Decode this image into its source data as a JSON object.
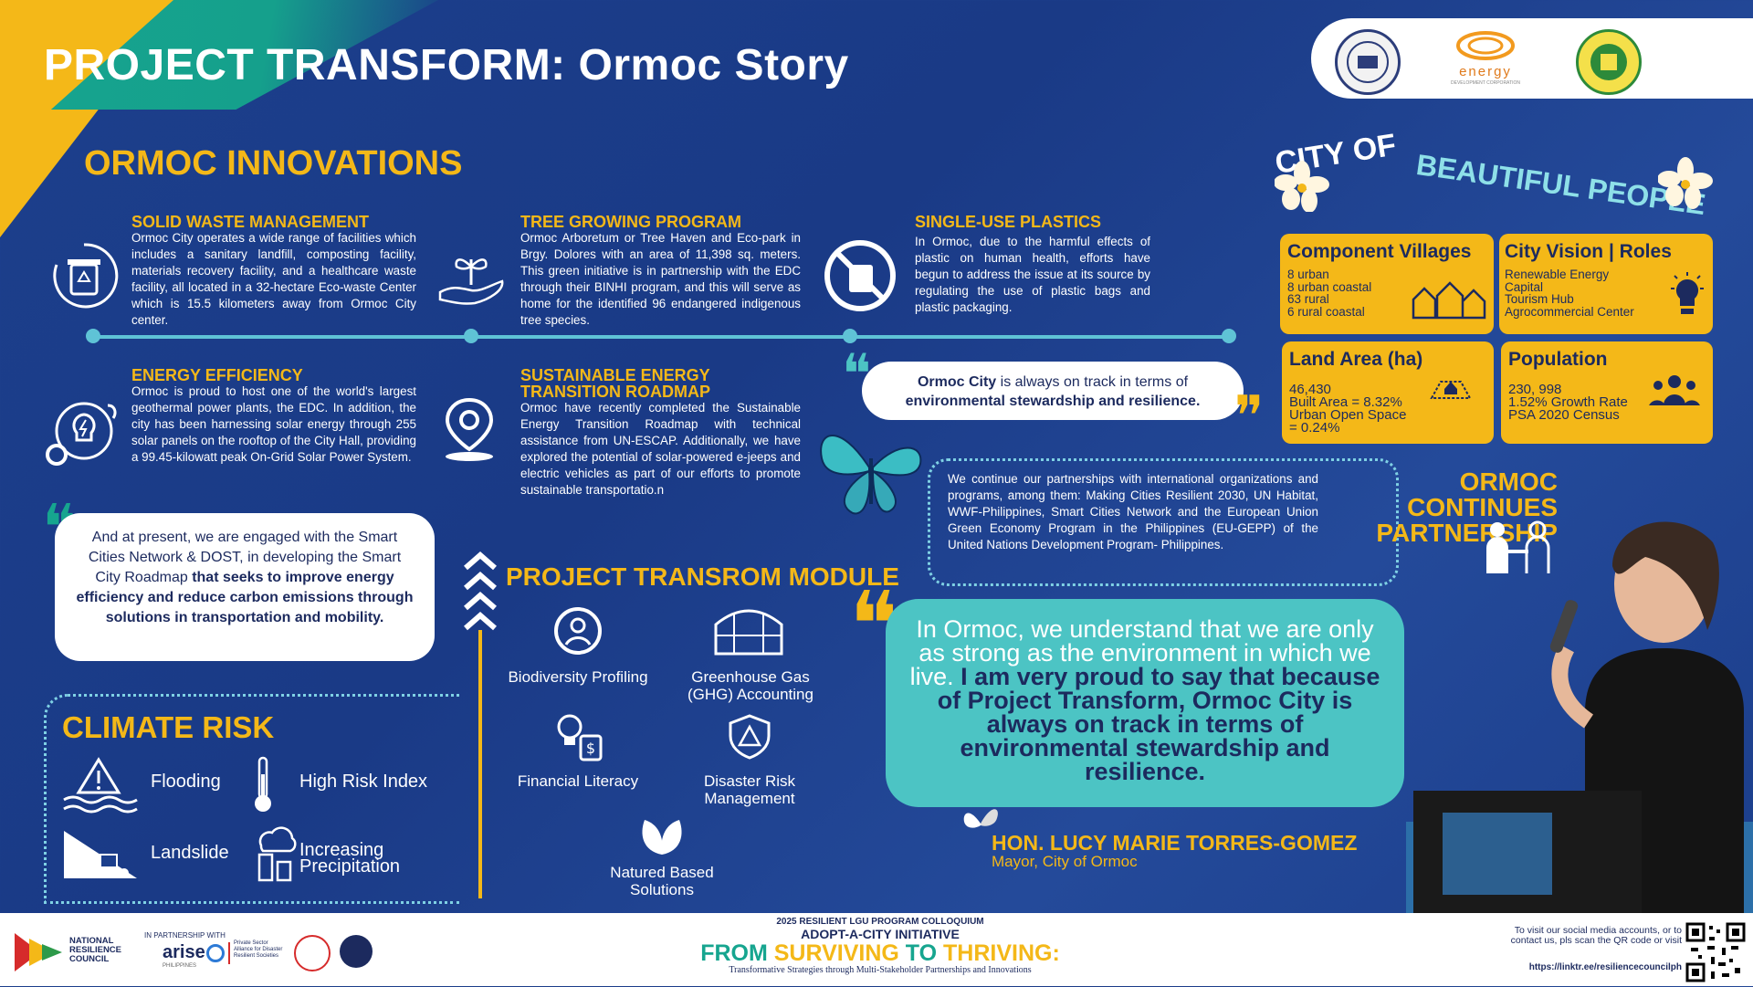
{
  "header": {
    "title": "PROJECT TRANSFORM: Ormoc Story"
  },
  "logos": [
    {
      "name": "city-of-ormoc-seal"
    },
    {
      "name": "energy-development-corporation",
      "text_top": "energy",
      "text_bottom": "DEVELOPMENT CORPORATION"
    },
    {
      "name": "visayas-state-university-seal"
    }
  ],
  "innovations": {
    "title": "ORMOC INNOVATIONS",
    "cards": [
      {
        "title": "SOLID WASTE MANAGEMENT",
        "icon": "waste-bin-recycle-icon",
        "body": "Ormoc City operates a wide range of facilities which includes a sanitary landfill, composting facility, materials recovery facility, and a healthcare waste facility, all located in a 32-hectare Eco-waste Center which is 15.5 kilometers away from Ormoc City center."
      },
      {
        "title": "TREE GROWING PROGRAM",
        "icon": "plant-hand-icon",
        "body": "Ormoc Arboretum or Tree Haven and Eco-park in Brgy. Dolores with an area of 11,398 sq. meters. This green initiative is in partnership with the EDC through their BINHI program, and this will serve as home for the identified 96 endangered indigenous tree species."
      },
      {
        "title": "SINGLE-USE PLASTICS",
        "icon": "no-plastic-bag-icon",
        "body": "In Ormoc, due to the harmful effects of plastic on human health, efforts have begun to address the issue at its source by regulating the use of plastic bags and plastic packaging."
      },
      {
        "title": "ENERGY EFFICIENCY",
        "icon": "energy-bulb-gear-icon",
        "body": "Ormoc is proud to host one of the world's largest geothermal power plants, the EDC. In addition, the city has been harnessing solar energy through 255 solar panels on the rooftop of the City Hall, providing a 99.45-kilowatt peak On-Grid Solar Power System."
      },
      {
        "title": "SUSTAINABLE ENERGY TRANSITION ROADMAP",
        "icon": "location-pin-icon",
        "body": "Ormoc have recently completed the Sustainable Energy Transition Roadmap with technical assistance from UN-ESCAP. Additionally, we have explored the potential of solar-powered e-jeeps and electric vehicles as part of our efforts to promote sustainable transportatio.n"
      }
    ]
  },
  "smart_city_quote": {
    "plain": "And at present, we are engaged with the Smart Cities Network & DOST, in developing the Smart City Roadmap ",
    "bold": "that seeks to improve energy efficiency and reduce carbon emissions through solutions in transportation and mobility."
  },
  "climate_risk": {
    "title": "CLIMATE RISK",
    "items": [
      {
        "label": "Flooding",
        "icon": "flood-warning-icon"
      },
      {
        "label": "High Risk Index",
        "icon": "thermometer-icon"
      },
      {
        "label": "Landslide",
        "icon": "landslide-icon"
      },
      {
        "label": "Increasing Precipitation",
        "icon": "rain-cloud-icon"
      }
    ]
  },
  "module": {
    "title": "PROJECT TRANSROM MODULE",
    "items": [
      {
        "label": "Biodiversity Profiling",
        "icon": "person-circle-icon"
      },
      {
        "label": "Greenhouse Gas (GHG) Accounting",
        "icon": "greenhouse-icon"
      },
      {
        "label": "Financial Literacy",
        "icon": "finance-bulb-icon"
      },
      {
        "label": "Disaster Risk Management",
        "icon": "warning-shield-icon"
      },
      {
        "label": "Natured Based Solutions",
        "icon": "leaves-icon"
      }
    ]
  },
  "city_profile": {
    "heading_part1": "CITY OF ",
    "heading_part2": "BEAUTIFUL PEOPLE",
    "boxes": [
      {
        "title": "Component Villages",
        "lines": [
          "8 urban",
          "8 urban coastal",
          "63 rural",
          "6 rural coastal"
        ],
        "icon": "village-houses-icon"
      },
      {
        "title": "City Vision | Roles",
        "lines": [
          "Renewable Energy",
          "Capital",
          "Tourism Hub",
          "Agrocommercial Center"
        ],
        "icon": "idea-bulb-icon"
      },
      {
        "title": "Land Area (ha)",
        "lines": [
          "46,430",
          "Built Area = 8.32%",
          "Urban Open Space",
          "= 0.24%"
        ],
        "icon": "land-area-icon"
      },
      {
        "title": "Population",
        "lines": [
          "230, 998",
          "1.52% Growth Rate",
          "PSA 2020 Census"
        ],
        "icon": "people-group-icon"
      }
    ]
  },
  "track_quote": {
    "bold1": "Ormoc City",
    "plain": " is always on track in terms of ",
    "bold2": "environmental stewardship and resilience."
  },
  "partnership": {
    "title_line1": "ORMOC CONTINUES",
    "title_line2": "PARTNERSHIP",
    "body": "We continue our partnerships with international organizations and programs, among them: Making Cities Resilient 2030, UN Habitat, WWF-Philippines, Smart Cities Network and the European Union Green Economy Program in the Philippines (EU-GEPP) of the United Nations Development Program- Philippines."
  },
  "mayor_quote": {
    "plain": "In Ormoc, we understand that we are only as strong as the environment in which we live. ",
    "bold": "I am very proud to say that because of Project Transform, Ormoc City is always on track in terms of environmental stewardship and resilience."
  },
  "speaker": {
    "name": "HON. LUCY MARIE TORRES-GOMEZ",
    "role": "Mayor, City of Ormoc"
  },
  "footer": {
    "nrc": "NATIONAL RESILIENCE COUNCIL",
    "partnership_label": "IN PARTNERSHIP WITH",
    "arise": "arise",
    "arise_sub": "PHILIPPINES",
    "psadr": "Private Sector Alliance for Disaster Resilient Societies",
    "colloquium": "2025 RESILIENT LGU PROGRAM COLLOQUIUM",
    "initiative": "ADOPT-A-CITY INITIATIVE",
    "tag_from": "FROM ",
    "tag_surviving": "SURVIVING",
    "tag_to": " TO ",
    "tag_thriving": "THRIVING:",
    "tag_sub": "Transformative Strategies through Multi-Stakeholder Partnerships and Innovations",
    "social_text": "To visit our social media accounts, or to contact us, pls scan the QR code or visit",
    "link": "https://linktr.ee/resiliencecouncilph"
  },
  "colors": {
    "accent": "#f4b818",
    "teal": "#16a58f",
    "bg": "#1c3f8c",
    "cyan": "#5fc3d6",
    "quote_teal": "#4cc4c4"
  }
}
